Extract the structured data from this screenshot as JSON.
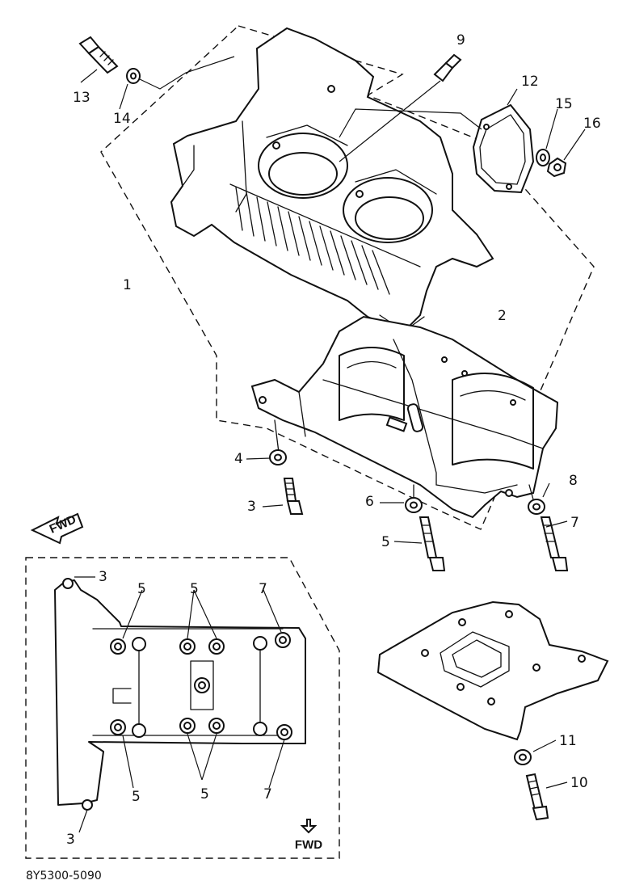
{
  "figure_code": "8Y5300-5090",
  "fwd_label": "FWD",
  "callouts": {
    "c1": "1",
    "c2": "2",
    "c3": "3",
    "c4": "4",
    "c5": "5",
    "c6": "6",
    "c7": "7",
    "c8": "8",
    "c9": "9",
    "c10": "10",
    "c11": "11",
    "c12": "12",
    "c13": "13",
    "c14": "14",
    "c15": "15",
    "c16": "16"
  }
}
